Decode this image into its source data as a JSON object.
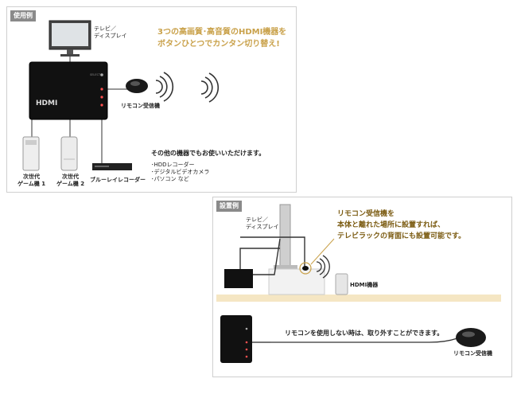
{
  "panel1": {
    "tag": "使用例",
    "headline": [
      "3つの高画質･高音質のHDMI機器を",
      "ボタンひとつでカンタン切り替え!"
    ],
    "tv_label": [
      "テレビ／",
      "ディスプレイ"
    ],
    "receiver_label": "リモコン受信機",
    "other_title": "その他の機器でもお使いいただけます。",
    "other_items": [
      "･HDDレコーダー",
      "･デジタルビデオカメラ",
      "･パソコン など"
    ],
    "console1_label": [
      "次世代",
      "ゲーム機 1"
    ],
    "console2_label": [
      "次世代",
      "ゲーム機 2"
    ],
    "bluray_label": "ブルーレイレコーダー",
    "device_logo": "HDMI",
    "device_select": "SELECT"
  },
  "panel2": {
    "tag": "設置例",
    "tv_label": [
      "テレビ／",
      "ディスプレイ"
    ],
    "note": [
      "リモコン受信機を",
      "本体と離れた場所に設置すれば、",
      "テレビラックの背面にも設置可能です。"
    ],
    "hdmi_device_label": "HDMI機器",
    "detach_note": "リモコンを使用しない時は、取り外すことができます。",
    "receiver_label": "リモコン受信機"
  }
}
